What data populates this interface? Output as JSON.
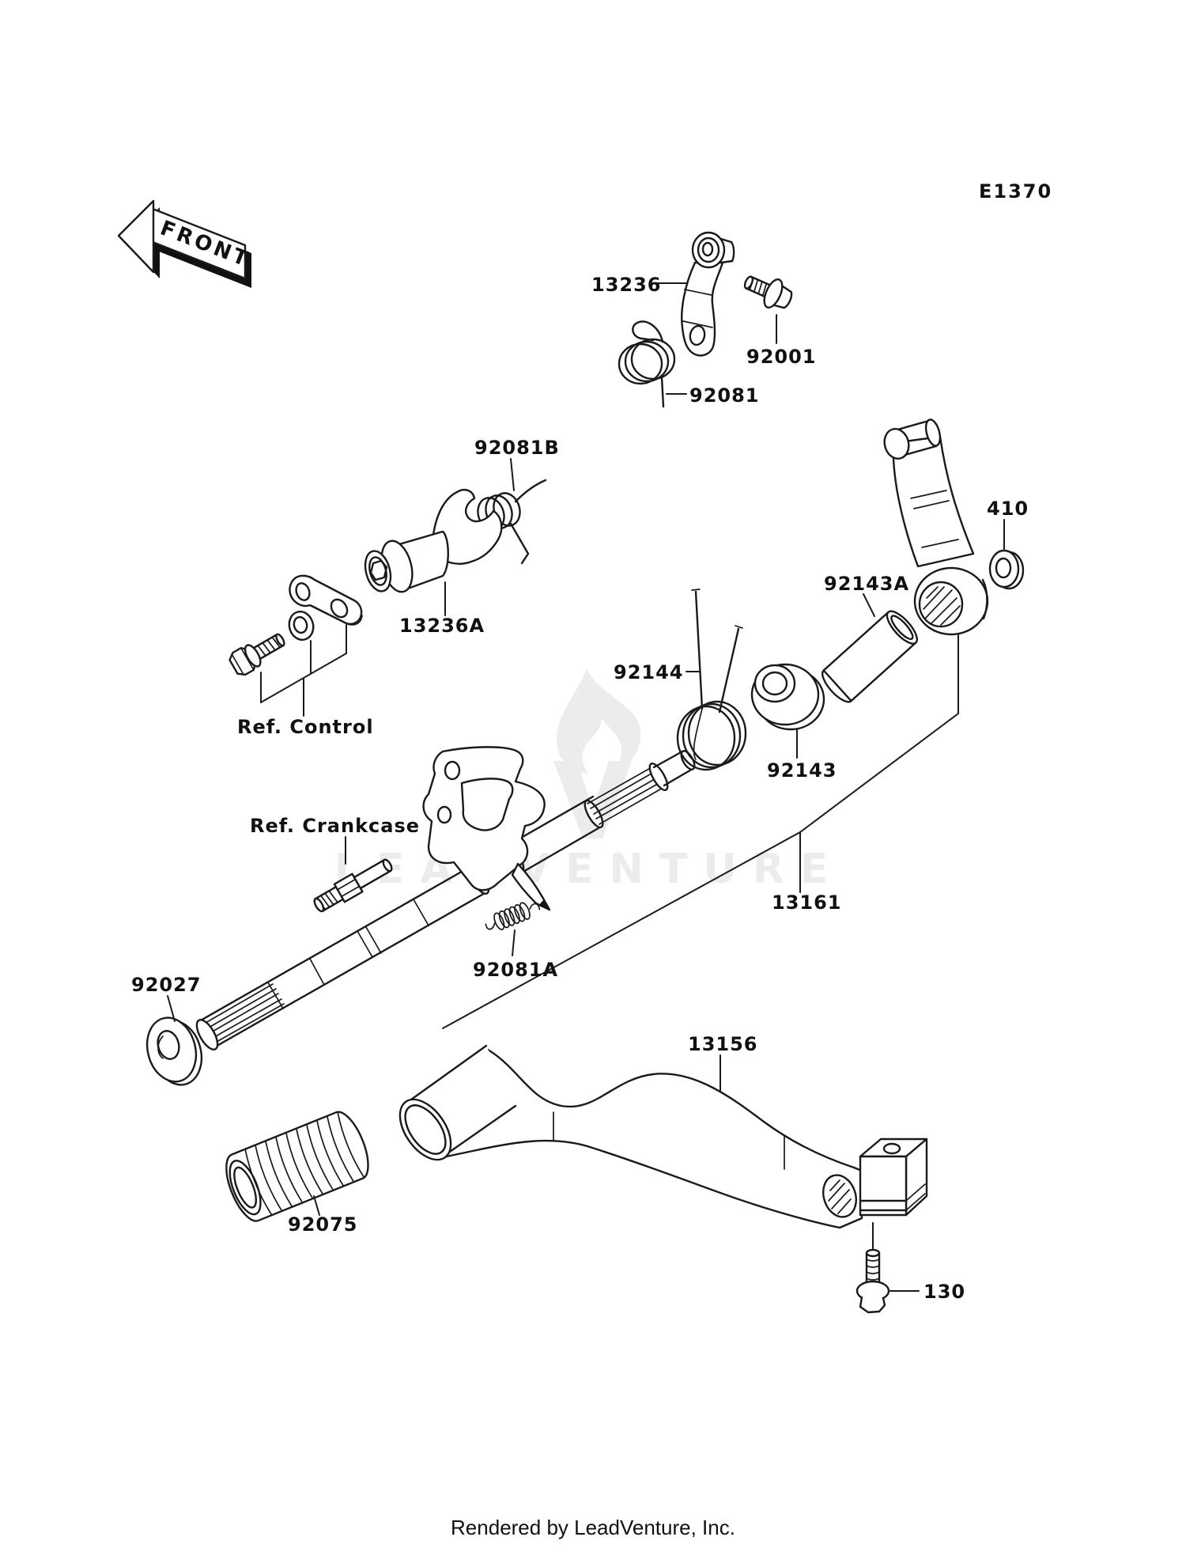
{
  "page": {
    "diagram_code": "E1370",
    "orientation_label": "FRONT",
    "footer": "Rendered by LeadVenture, Inc."
  },
  "watermark": {
    "text": "LEADVENTURE"
  },
  "colors": {
    "line": "#1a1a1a",
    "background": "#ffffff",
    "watermark": "#ececec"
  },
  "parts": {
    "p13236": {
      "label": "13236"
    },
    "p92001": {
      "label": "92001"
    },
    "p92081": {
      "label": "92081"
    },
    "p92081B": {
      "label": "92081B"
    },
    "p13236A": {
      "label": "13236A"
    },
    "p410": {
      "label": "410"
    },
    "p92143A": {
      "label": "92143A"
    },
    "p92144": {
      "label": "92144"
    },
    "p92143": {
      "label": "92143"
    },
    "p13161": {
      "label": "13161"
    },
    "p92081A": {
      "label": "92081A"
    },
    "p92027": {
      "label": "92027"
    },
    "p13156": {
      "label": "13156"
    },
    "p92075": {
      "label": "92075"
    },
    "p130": {
      "label": "130"
    }
  },
  "references": {
    "control": {
      "label": "Ref. Control"
    },
    "crankcase": {
      "label": "Ref. Crankcase"
    }
  }
}
